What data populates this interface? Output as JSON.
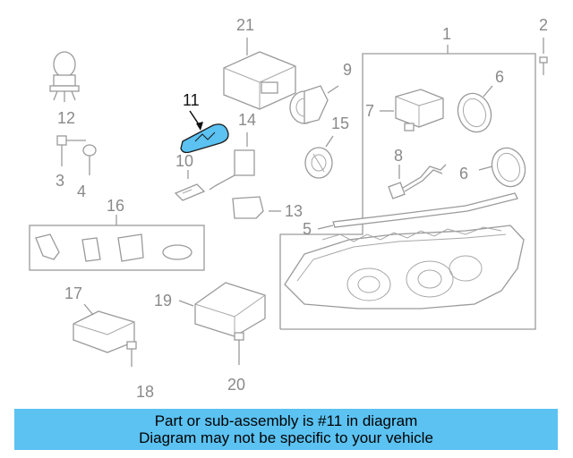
{
  "callouts": {
    "c1": "1",
    "c2": "2",
    "c3": "3",
    "c4": "4",
    "c5": "5",
    "c6a": "6",
    "c6b": "6",
    "c7": "7",
    "c8": "8",
    "c9": "9",
    "c10": "10",
    "c11": "11",
    "c12": "12",
    "c13": "13",
    "c14": "14",
    "c15": "15",
    "c16": "16",
    "c17": "17",
    "c18": "18",
    "c19": "19",
    "c20": "20",
    "c21": "21"
  },
  "highlight_color": "#5bc2f2",
  "banner": {
    "line1": "Part or sub-assembly is #11 in diagram",
    "line2": "Diagram may not be specific to your vehicle"
  }
}
